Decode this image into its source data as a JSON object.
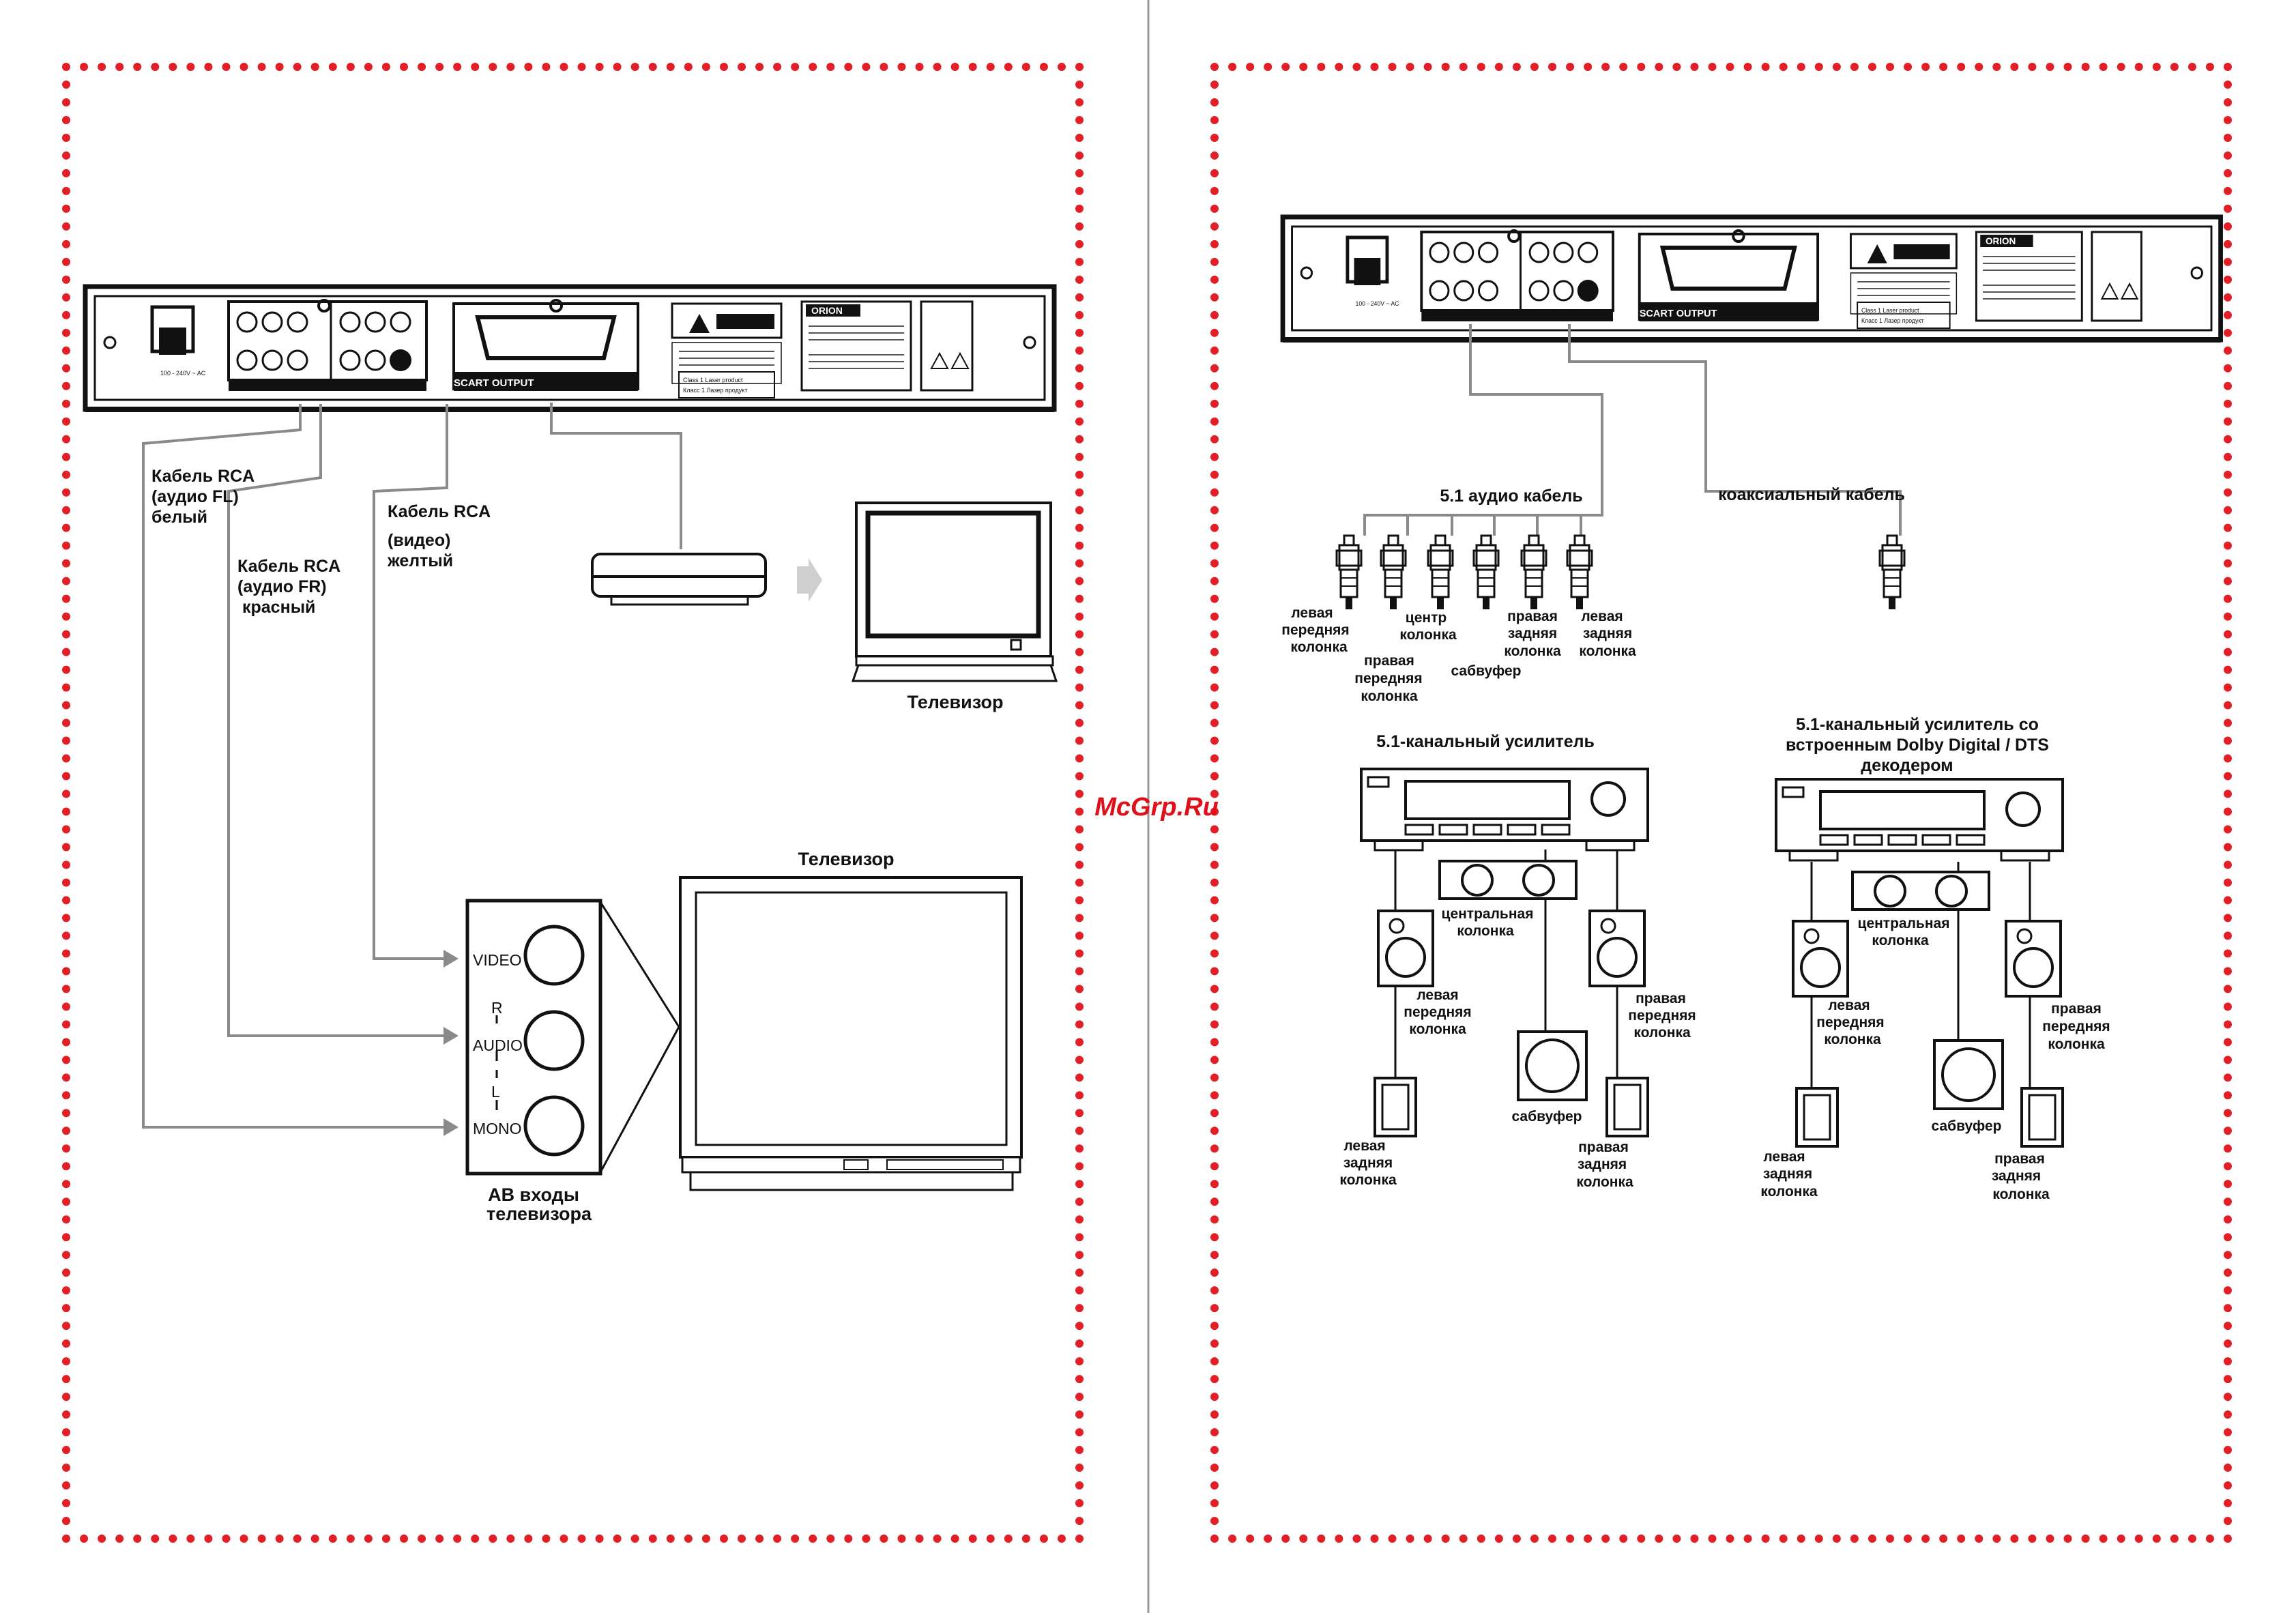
{
  "watermark": "McGrp.Ru",
  "colors": {
    "dots": "#e21e26",
    "ink": "#111111",
    "cable": "#8a8a8a"
  },
  "left_page": {
    "device": {
      "brand": "ORION",
      "scart_label": "SCART OUTPUT",
      "power_text": "100 - 240V ~ AC",
      "laser_label_en": "Class 1 Laser product",
      "laser_label_ru": "Класс 1 Лазер продукт"
    },
    "labels": {
      "cable_fl_1": "Кабель RCA",
      "cable_fl_2": "(аудио FL)",
      "cable_fl_3": "белый",
      "cable_fr_1": "Кабель RCA",
      "cable_fr_2": "(аудио FR)",
      "cable_fr_3": "красный",
      "cable_video_1": "Кабель RCA",
      "cable_video_2": "(видео)",
      "cable_video_3": "желтый",
      "tv_small": "Телевизор",
      "tv_big": "Телевизор",
      "av_inputs_1": "АВ входы",
      "av_inputs_2": "телевизора",
      "jack_video": "VIDEO",
      "jack_r": "R",
      "jack_audio": "AUDIO",
      "jack_l": "L",
      "jack_mono": "MONO"
    }
  },
  "right_page": {
    "device": {
      "brand": "ORION",
      "scart_label": "SCART OUTPUT",
      "power_text": "100 - 240V ~ AC",
      "laser_label_en": "Class 1 Laser product",
      "laser_label_ru": "Класс 1 Лазер продукт"
    },
    "cables": {
      "audio_51": "5.1 аудио кабель",
      "coaxial": "коаксиальный кабель"
    },
    "plugs": {
      "front_left_1": "левая",
      "front_left_2": "передняя",
      "front_left_3": "колонка",
      "front_right_1": "правая",
      "front_right_2": "передняя",
      "front_right_3": "колонка",
      "center_1": "центр",
      "center_2": "колонка",
      "subwoofer": "сабвуфер",
      "rear_right_1": "правая",
      "rear_right_2": "задняя",
      "rear_right_3": "колонка",
      "rear_left_1": "левая",
      "rear_left_2": "задняя",
      "rear_left_3": "колонка"
    },
    "amp1": {
      "title": "5.1-канальный усилитель",
      "center_1": "центральная",
      "center_2": "колонка",
      "front_left_1": "левая",
      "front_left_2": "передняя",
      "front_left_3": "колонка",
      "front_right_1": "правая",
      "front_right_2": "передняя",
      "front_right_3": "колонка",
      "subwoofer": "сабвуфер",
      "rear_left_1": "левая",
      "rear_left_2": "задняя",
      "rear_left_3": "колонка",
      "rear_right_1": "правая",
      "rear_right_2": "задняя",
      "rear_right_3": "колонка"
    },
    "amp2": {
      "title_1": "5.1-канальный усилитель со",
      "title_2": "встроенным Dolby Digital / DTS",
      "title_3": "декодером",
      "center_1": "центральная",
      "center_2": "колонка",
      "front_left_1": "левая",
      "front_left_2": "передняя",
      "front_left_3": "колонка",
      "front_right_1": "правая",
      "front_right_2": "передняя",
      "front_right_3": "колонка",
      "subwoofer": "сабвуфер",
      "rear_left_1": "левая",
      "rear_left_2": "задняя",
      "rear_left_3": "колонка",
      "rear_right_1": "правая",
      "rear_right_2": "задняя",
      "rear_right_3": "колонка"
    }
  }
}
